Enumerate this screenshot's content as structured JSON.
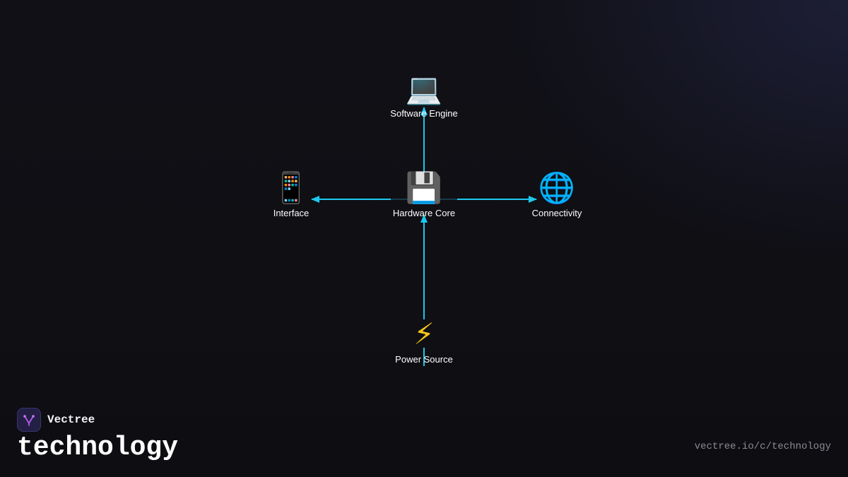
{
  "diagram": {
    "nodes": [
      {
        "id": "software",
        "label": "Software Engine",
        "icon": "💻",
        "icon_name": "laptop-icon"
      },
      {
        "id": "interface",
        "label": "Interface",
        "icon": "📱",
        "icon_name": "mobile-phone-icon"
      },
      {
        "id": "hardware",
        "label": "Hardware Core",
        "icon": "💾",
        "icon_name": "floppy-disk-icon"
      },
      {
        "id": "connectivity",
        "label": "Connectivity",
        "icon": "🌐",
        "icon_name": "globe-icon"
      },
      {
        "id": "power",
        "label": "Power Source",
        "icon": "⚡",
        "icon_name": "lightning-icon"
      }
    ],
    "edges": [
      {
        "from": "hardware",
        "to": "software"
      },
      {
        "from": "hardware",
        "to": "interface"
      },
      {
        "from": "hardware",
        "to": "connectivity"
      },
      {
        "from": "power",
        "to": "hardware"
      }
    ],
    "edge_color": "#1ec8ee"
  },
  "footer": {
    "brand_name": "Vectree",
    "category": "technology",
    "url": "vectree.io/c/technology"
  },
  "colors": {
    "background": "#0e0e13",
    "logo_bg": "#231f45",
    "logo_mark": "#b45ce6",
    "url_text": "#8a8a94"
  }
}
